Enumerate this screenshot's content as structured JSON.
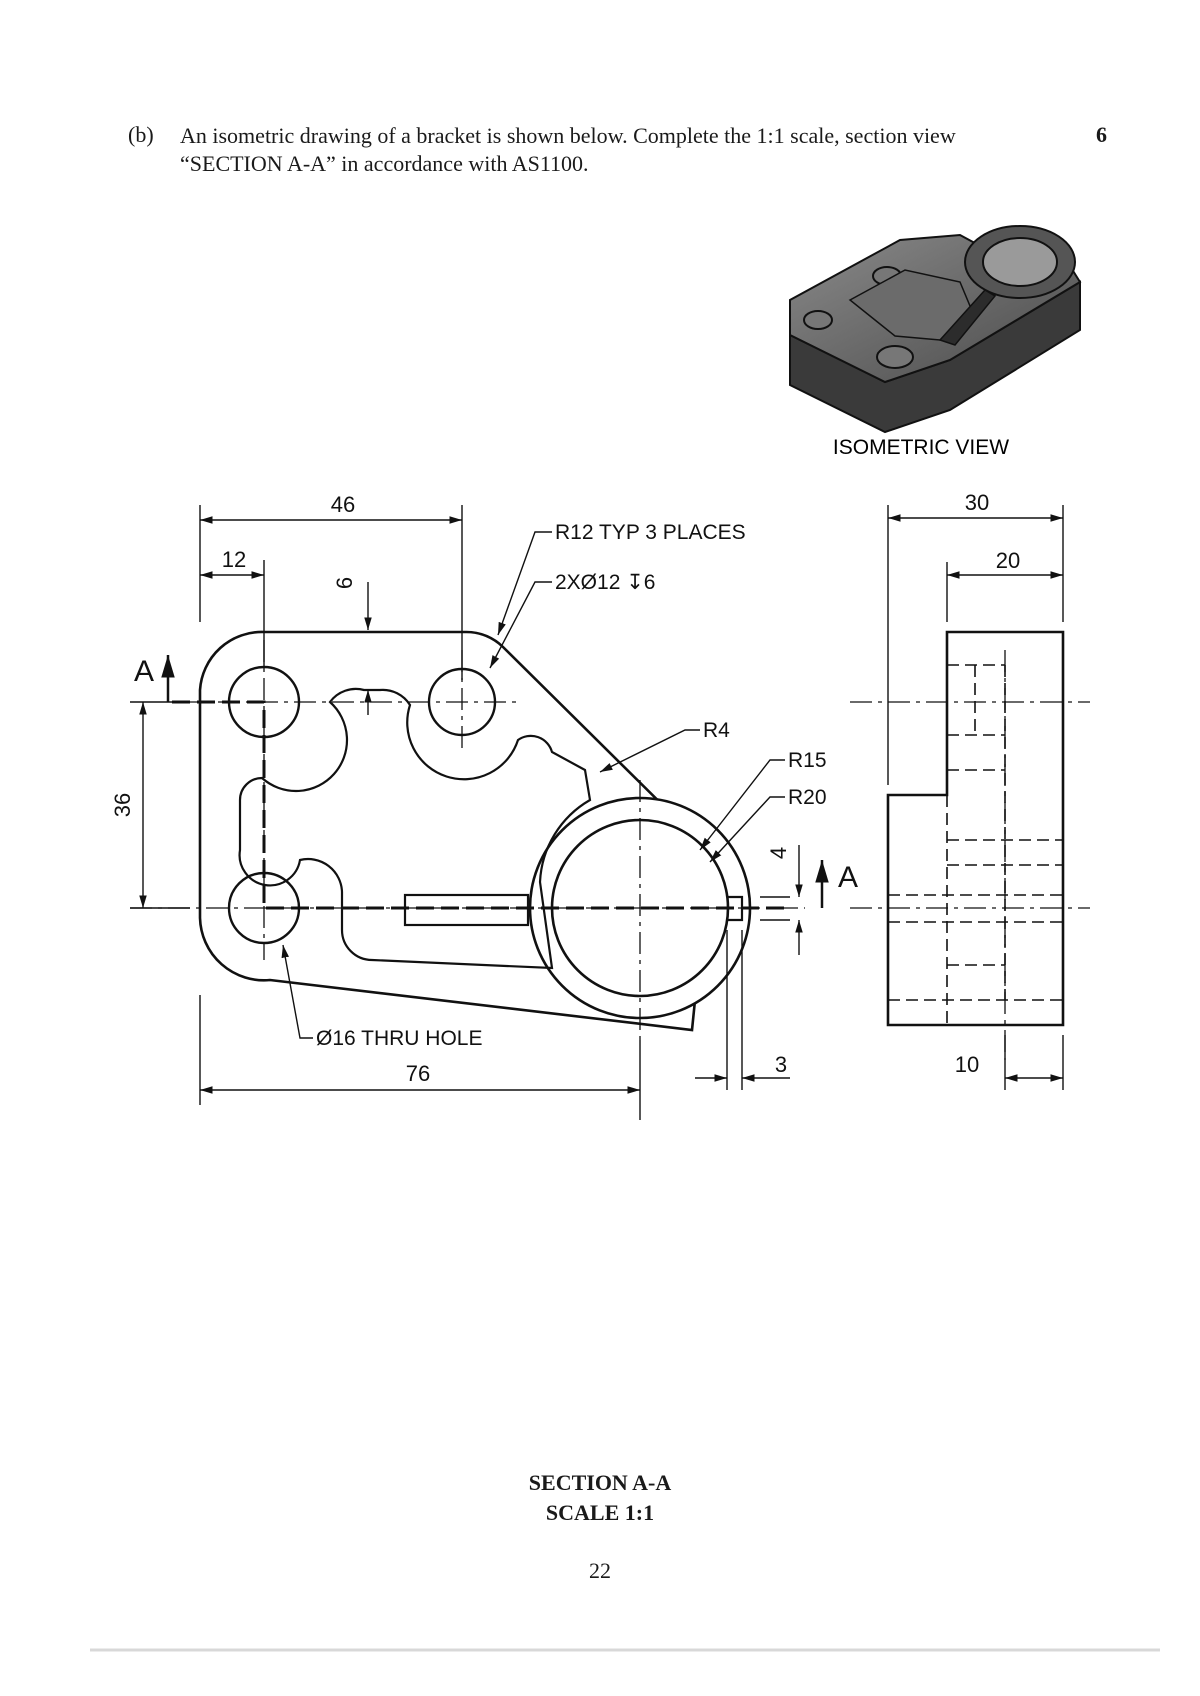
{
  "question": {
    "label": "(b)",
    "text_line1": "An isometric drawing of a bracket is shown below. Complete the 1:1 scale, section view",
    "text_line2": "“SECTION A-A” in accordance with AS1100.",
    "marks": "6"
  },
  "isometric": {
    "caption": "ISOMETRIC VIEW"
  },
  "dimensions": {
    "d46": "46",
    "d12": "12",
    "d6": "6",
    "d36": "36",
    "d76": "76",
    "d3": "3",
    "d4": "4",
    "d30": "30",
    "d20": "20",
    "d10": "10"
  },
  "callouts": {
    "r12": "R12 TYP 3 PLACES",
    "holes": "2XØ12 ↧6",
    "r4": "R4",
    "r15": "R15",
    "r20": "R20",
    "thru": "Ø16 THRU HOLE"
  },
  "section_markers": {
    "left": "A",
    "right": "A"
  },
  "section": {
    "title": "SECTION A-A",
    "scale": "SCALE 1:1"
  },
  "page_number": "22"
}
